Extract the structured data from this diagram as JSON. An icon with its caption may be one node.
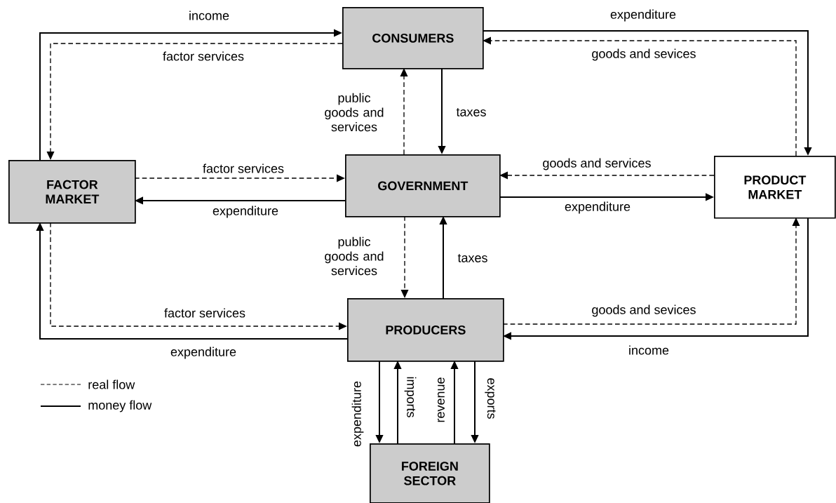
{
  "diagram": {
    "nodes": [
      {
        "text": [
          "CONSUMERS"
        ]
      },
      {
        "text": [
          "FACTOR MARKET"
        ]
      },
      {
        "text": [
          "GOVERNMENT"
        ]
      },
      {
        "text": [
          "PRODUCT MARKET"
        ]
      },
      {
        "text": [
          "PRODUCERS"
        ]
      },
      {
        "text": [
          "FOREIGN SECTOR"
        ]
      }
    ],
    "edges": [
      {
        "from": 1,
        "to": 0,
        "arrow": "to",
        "label": "income"
      },
      {
        "from": 0,
        "to": 1,
        "arrow": "to",
        "label": "factor services",
        "style": "dashed"
      },
      {
        "from": 0,
        "to": 3,
        "arrow": "to",
        "label": "expenditure"
      },
      {
        "from": 3,
        "to": 0,
        "arrow": "to",
        "label": "goods and sevices",
        "style": "dashed"
      },
      {
        "from": 2,
        "to": 0,
        "arrow": "to",
        "label": "public goods and services",
        "style": "dashed"
      },
      {
        "from": 0,
        "to": 2,
        "arrow": "to",
        "label": "taxes"
      },
      {
        "from": 1,
        "to": 2,
        "arrow": "to",
        "label": "factor services",
        "style": "dashed"
      },
      {
        "from": 2,
        "to": 1,
        "arrow": "to",
        "label": "expenditure"
      },
      {
        "from": 3,
        "to": 2,
        "arrow": "to",
        "label": "goods and services",
        "style": "dashed"
      },
      {
        "from": 2,
        "to": 3,
        "arrow": "to",
        "label": "expenditure"
      },
      {
        "from": 2,
        "to": 4,
        "arrow": "to",
        "label": "public goods and services",
        "style": "dashed"
      },
      {
        "from": 4,
        "to": 2,
        "arrow": "to",
        "label": "taxes"
      },
      {
        "from": 1,
        "to": 4,
        "arrow": "to",
        "label": "factor services",
        "style": "dashed"
      },
      {
        "from": 4,
        "to": 1,
        "arrow": "to",
        "label": "expenditure"
      },
      {
        "from": 4,
        "to": 3,
        "arrow": "to",
        "label": "goods and sevices",
        "style": "dashed"
      },
      {
        "from": 3,
        "to": 4,
        "arrow": "to",
        "label": "income"
      },
      {
        "from": 4,
        "to": 5,
        "arrow": "to",
        "label": "expenditure"
      },
      {
        "from": 5,
        "to": 4,
        "arrow": "to",
        "label": "imports"
      },
      {
        "from": 5,
        "to": 4,
        "arrow": "to",
        "label": "revenue"
      },
      {
        "from": 4,
        "to": 5,
        "arrow": "to",
        "label": "exports"
      }
    ],
    "legend": [
      {
        "text": "real flow"
      },
      {
        "text": "money flow"
      }
    ]
  }
}
